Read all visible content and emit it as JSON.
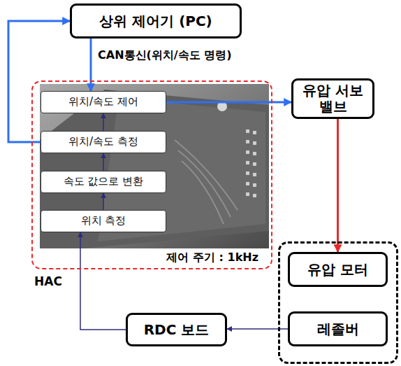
{
  "diagram": {
    "nodes": [
      {
        "text": [
          "상위 제어기 (PC)"
        ]
      },
      {
        "text": [
          "HAC",
          "제어 주기 : 1kHz"
        ]
      },
      {
        "text": [
          "위치/속도 제어"
        ],
        "in": 1
      },
      {
        "text": [
          "위치/속도 측정"
        ],
        "in": 1
      },
      {
        "text": [
          "속도 값으로 변환"
        ],
        "in": 1
      },
      {
        "text": [
          "위치 측정"
        ],
        "in": 1
      },
      {
        "text": [
          "유압 서보 밸브"
        ]
      },
      {
        "text": []
      },
      {
        "text": [
          "유압 모터"
        ],
        "in": 7
      },
      {
        "text": [
          "레졸버"
        ],
        "in": 7
      },
      {
        "text": [
          "RDC 보드"
        ]
      }
    ],
    "edges": [
      {
        "from": 0,
        "to": 2,
        "arrow": "to",
        "label": "CAN통신(위치/속도 명령)"
      },
      {
        "from": 3,
        "to": 0,
        "arrow": "to"
      },
      {
        "from": 2,
        "to": 6,
        "arrow": "to"
      },
      {
        "from": 6,
        "to": 8,
        "arrow": "to"
      },
      {
        "from": 9,
        "to": 10,
        "arrow": "to"
      },
      {
        "from": 10,
        "to": 5,
        "arrow": "to"
      },
      {
        "from": 5,
        "to": 4,
        "arrow": "to"
      },
      {
        "from": 4,
        "to": 3,
        "arrow": "to"
      },
      {
        "from": 3,
        "to": 2,
        "arrow": "to"
      }
    ]
  }
}
